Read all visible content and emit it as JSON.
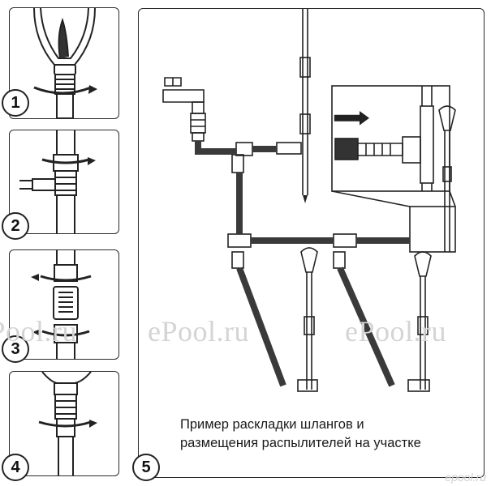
{
  "steps": [
    {
      "number": "1",
      "icon": "sprinkler-connect-twist-icon"
    },
    {
      "number": "2",
      "icon": "tee-connector-twist-icon"
    },
    {
      "number": "3",
      "icon": "coupling-double-twist-icon"
    },
    {
      "number": "4",
      "icon": "hose-end-twist-icon"
    },
    {
      "number": "5",
      "icon": "garden-layout-icon"
    }
  ],
  "caption": {
    "line1": "Пример раскладки шлангов и",
    "line2": "размещения распылителей на участке"
  },
  "watermarks": [
    "ePool.ru",
    "ePool.ru",
    "ePool.ru",
    "ePool.ru"
  ],
  "site_logo": "epool.ru",
  "colors": {
    "line": "#222222",
    "hose": "#3a3a3a",
    "watermark": "#d4d4d4",
    "background": "#ffffff"
  }
}
